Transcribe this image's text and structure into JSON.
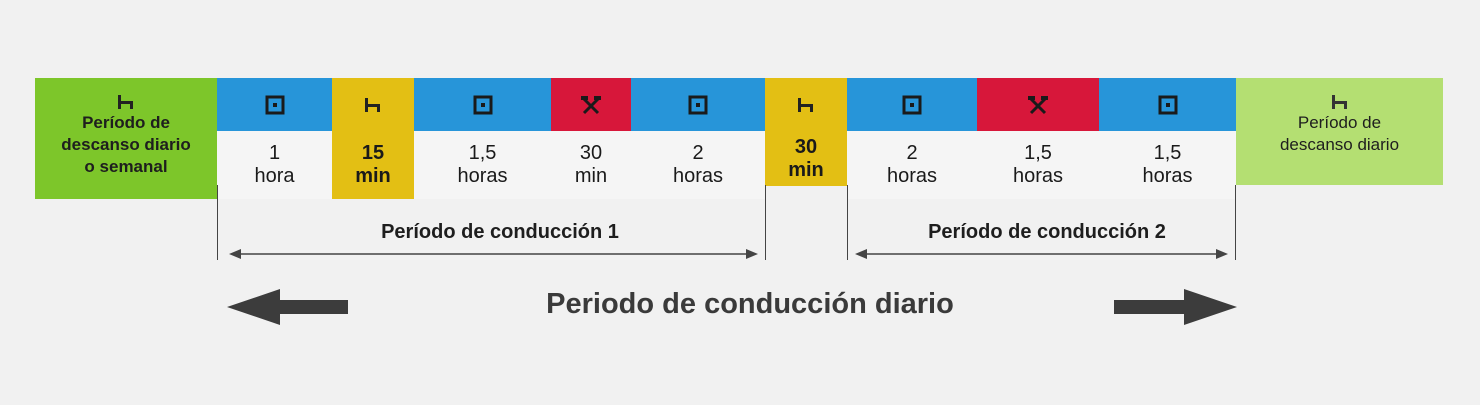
{
  "colors": {
    "driving": "#2795d9",
    "work": "#d7173a",
    "break": "#e3bf14",
    "daily_rest": "#7dc62a",
    "daily_rest_light": "#b4df72",
    "background": "#f1f1f1"
  },
  "rest_start": {
    "icon": "bed-icon",
    "label": "Período de\ndescanso diario\no semanal"
  },
  "rest_end": {
    "icon": "bed-icon",
    "label": "Período de\ndescanso diario"
  },
  "segments": [
    {
      "type": "driving",
      "icon": "steering-wheel-icon",
      "label": "1\nhora"
    },
    {
      "type": "break",
      "icon": "bed-icon",
      "label": "15\nmin"
    },
    {
      "type": "driving",
      "icon": "steering-wheel-icon",
      "label": "1,5\nhoras"
    },
    {
      "type": "work",
      "icon": "hammers-icon",
      "label": "30\nmin"
    },
    {
      "type": "driving",
      "icon": "steering-wheel-icon",
      "label": "2\nhoras"
    },
    {
      "type": "break",
      "icon": "bed-icon",
      "label": "30\nmin"
    },
    {
      "type": "driving",
      "icon": "steering-wheel-icon",
      "label": "2\nhoras"
    },
    {
      "type": "work",
      "icon": "hammers-icon",
      "label": "1,5\nhoras"
    },
    {
      "type": "driving",
      "icon": "steering-wheel-icon",
      "label": "1,5\nhoras"
    }
  ],
  "period_1_label": "Período de conducción 1",
  "period_2_label": "Período de conducción 2",
  "daily_label": "Periodo de conducción diario"
}
